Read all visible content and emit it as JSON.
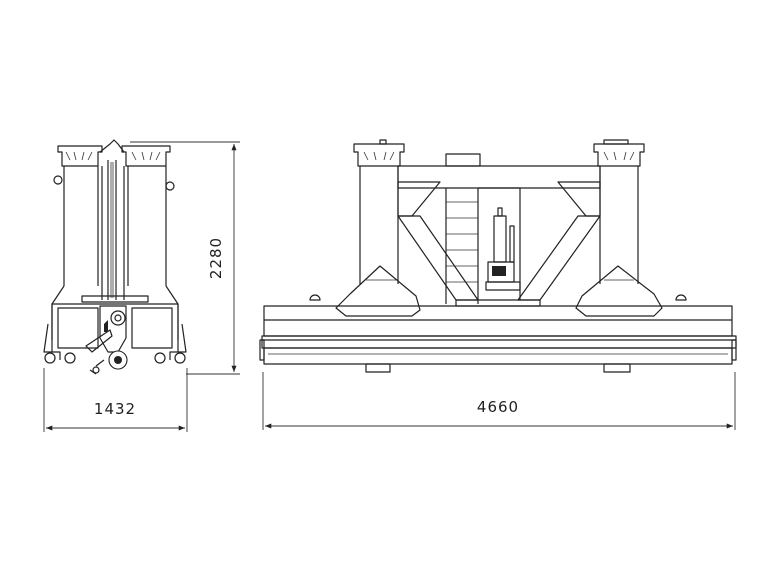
{
  "dimensions": {
    "height_label": "2280",
    "side_width_label": "1432",
    "front_width_label": "4660"
  },
  "colors": {
    "line": "#222222",
    "background": "#ffffff"
  }
}
